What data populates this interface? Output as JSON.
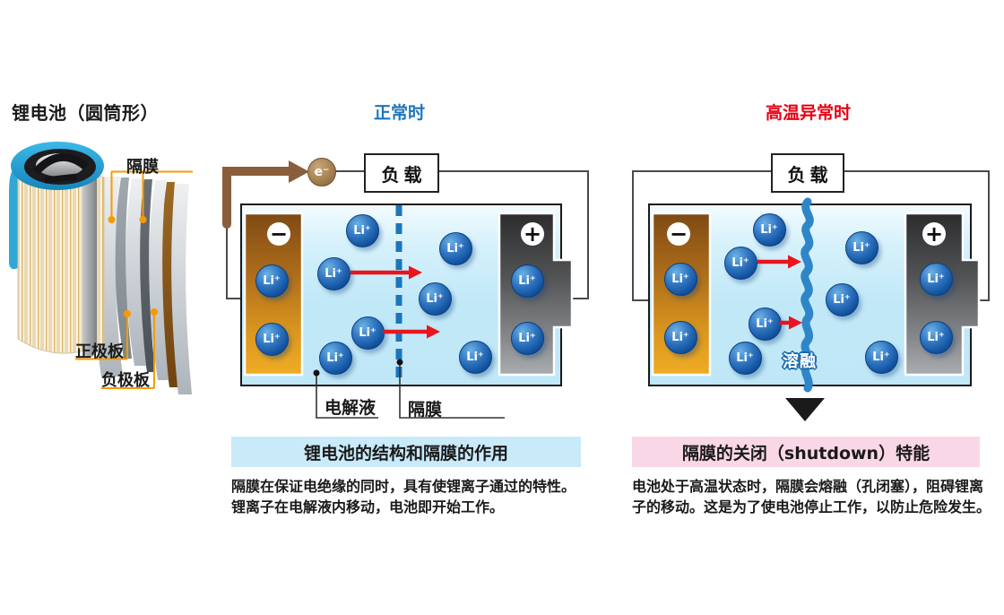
{
  "shared": {
    "ion": "Li⁺",
    "minus": "−",
    "plus": "+"
  },
  "left": {
    "title": "锂电池（圆筒形）",
    "separator_label": "隔膜",
    "positive_plate_label": "正极板",
    "negative_plate_label": "负极板"
  },
  "middle": {
    "title": "正常时",
    "load_label": "负载",
    "electron_label": "e⁻",
    "electrolyte_label": "电解液",
    "separator_label": "隔膜",
    "banner": "锂电池的结构和隔膜的作用",
    "description_line1": "隔膜在保证电绝缘的同时，具有使锂离子通过的特性。",
    "description_line2": "锂离子在电解液内移动，电池即开始工作。"
  },
  "right": {
    "title": "高温异常时",
    "load_label": "负载",
    "melt_label": "溶融",
    "banner": "隔膜的关闭（shutdown）特能",
    "description_line1": "电池处于高温状态时，隔膜会熔融（孔闭塞），阻碍锂离",
    "description_line2": "子的移动。这是为了使电池停止工作，以防止危险发生。"
  },
  "colors": {
    "title_normal": "#1b75bc",
    "title_abnormal": "#e60012",
    "banner_normal_bg": "#c9eaf9",
    "banner_abnormal_bg": "#f9d7e7",
    "separator_blue": "#1b75bc",
    "arrow_red": "#e8141e",
    "circuit_brown": "#8b5e3b",
    "leader_orange": "#f59b00",
    "ion_blue": "#10509c"
  }
}
